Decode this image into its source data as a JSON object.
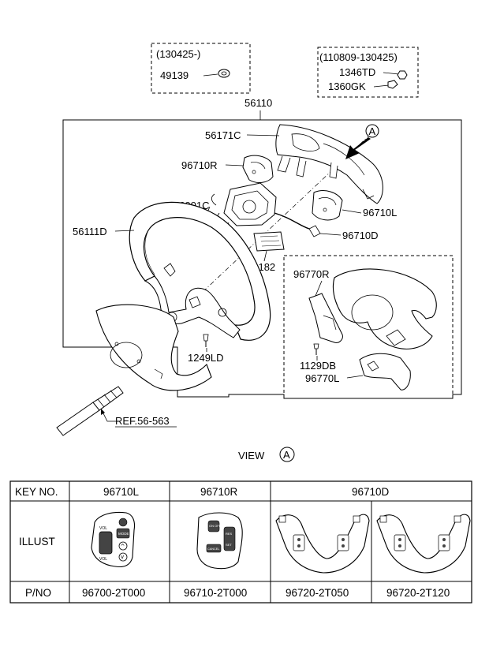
{
  "callouts": {
    "range_left": "(130425-)",
    "part_49139": "49139",
    "range_right": "(110809-130425)",
    "part_1346TD": "1346TD",
    "part_1360GK": "1360GK",
    "part_56110": "56110",
    "part_56171C": "56171C",
    "part_96710R": "96710R",
    "part_56991C": "56991C",
    "part_96710L": "96710L",
    "part_56111D": "56111D",
    "part_96710D": "96710D",
    "part_56182": "56182",
    "part_96770R": "96770R",
    "part_1249LD": "1249LD",
    "part_1129DB": "1129DB",
    "part_96770L": "96770L",
    "ref": "REF.56-563",
    "view_marker": "A"
  },
  "view": {
    "label": "VIEW",
    "marker": "A"
  },
  "table": {
    "headers": {
      "key_no": "KEY NO.",
      "col1": "96710L",
      "col2": "96710R",
      "col3": "96710D"
    },
    "illust_label": "ILLUST",
    "pno_label": "P/NO",
    "part_numbers": [
      "96700-2T000",
      "96710-2T000",
      "96720-2T050",
      "96720-2T120"
    ]
  },
  "switch_labels": {
    "vol": "VOL",
    "mode": "MODE",
    "on_off": "ON OFF",
    "cancel": "CANCEL",
    "res": "RES",
    "set": "SET"
  }
}
